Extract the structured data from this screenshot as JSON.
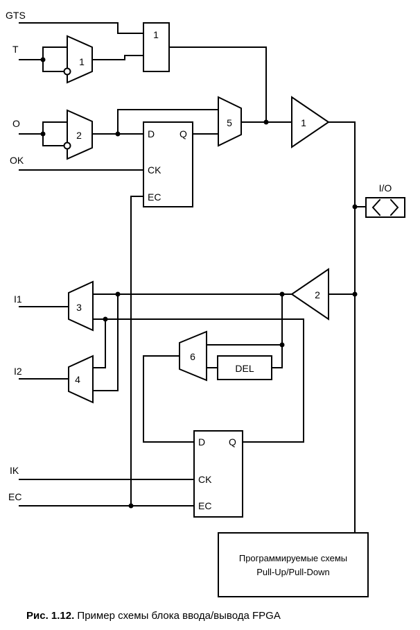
{
  "inputs": {
    "gts": "GTS",
    "t": "T",
    "o": "O",
    "ok": "OK",
    "i1": "I1",
    "i2": "I2",
    "ik": "IK",
    "ec": "EC"
  },
  "pad": {
    "label": "I/O"
  },
  "gates": {
    "or1": "1",
    "mux1": "1",
    "mux2": "2",
    "mux5": "5",
    "buf1": "1",
    "buf2": "2",
    "mux3": "3",
    "mux4": "4",
    "mux6": "6"
  },
  "flipflop_out": {
    "d": "D",
    "q": "Q",
    "ck": "CK",
    "ec": "EC"
  },
  "flipflop_in": {
    "d": "D",
    "q": "Q",
    "ck": "CK",
    "ec": "EC"
  },
  "delay": {
    "label": "DEL"
  },
  "pullup_box": {
    "line1": "Программируемые схемы",
    "line2": "Pull-Up/Pull-Down"
  },
  "caption": {
    "label": "Рис. 1.12.",
    "text": " Пример схемы блока ввода/вывода FPGA"
  }
}
